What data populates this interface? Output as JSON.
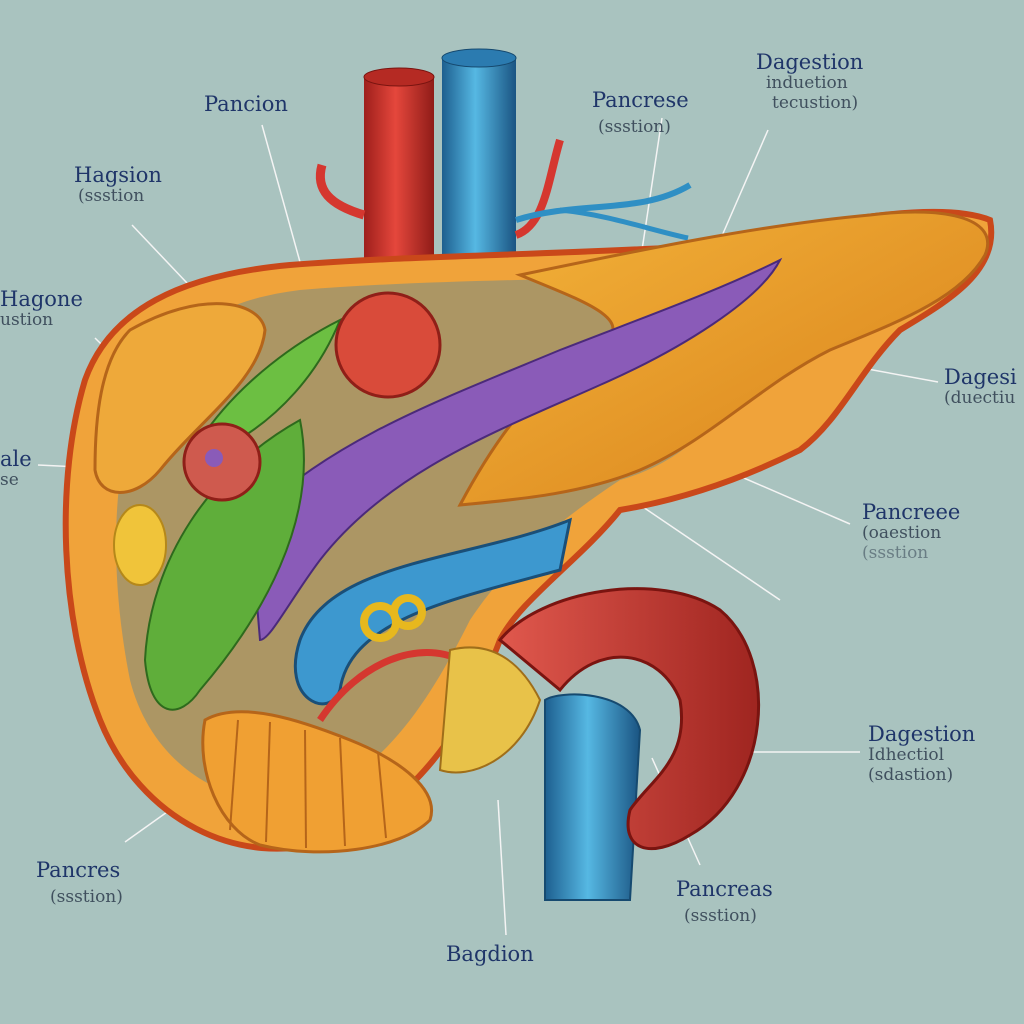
{
  "labels": {
    "top_left": {
      "title": "Pancion"
    },
    "upper_left": {
      "title": "Hagsion",
      "sub": "(ssstion"
    },
    "mid_left": {
      "title": "Hagone",
      "sub": "ustion"
    },
    "left_edge": {
      "title": "ale",
      "sub": "se"
    },
    "bottom_left": {
      "title": "Pancres",
      "sub": "(ssstion)"
    },
    "top_center": {
      "title": "Pancrese",
      "sub": "(ssstion)"
    },
    "top_right": {
      "title": "Dagestion",
      "sub": "induetion",
      "sub2": "tecustion)"
    },
    "right_mid": {
      "title": "Dagesi",
      "sub": "(duectiu"
    },
    "right_lower": {
      "title": "Pancreee",
      "sub": "(oaestion",
      "sub2": "(ssstion"
    },
    "right_bottom": {
      "title": "Dagestion",
      "sub": "Idhectiol",
      "sub2": "(sdastion)"
    },
    "bottom_right": {
      "title": "Pancreas",
      "sub": "(ssstion)"
    },
    "bottom_center": {
      "title": "Bagdion"
    }
  },
  "colors": {
    "background": "#a9c3bf",
    "artery": "#d5372f",
    "vein": "#2f8fc4",
    "pancreas": "#e39a22",
    "organ_outline": "#d96a1e",
    "leaf": "#5fae3a",
    "duct": "#7b4fae",
    "intestine": "#c9403d"
  }
}
